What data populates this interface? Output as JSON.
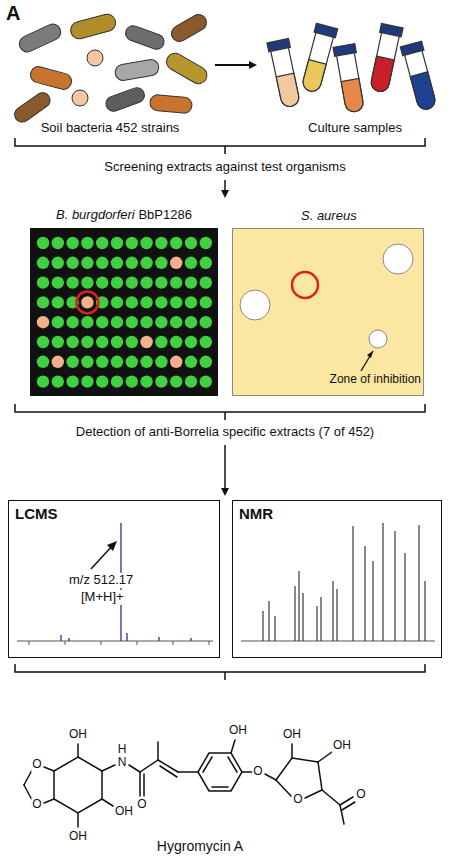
{
  "diagram": {
    "nodes": [
      {
        "text": [
          "B. burgdorferi BbP1286"
        ]
      },
      {
        "text": [
          "S. aureus",
          "Zone of inhibition"
        ]
      },
      {
        "text": [
          "LCMS",
          "m/z 512.17",
          "[M+H]+"
        ]
      },
      {
        "text": [
          "NMR"
        ]
      }
    ],
    "labels": [
      "A",
      "Soil bacteria 452 strains",
      "Culture samples",
      "Screening extracts against test organisms",
      "Detection of anti-Borrelia specific extracts (7 of 452)",
      "OH",
      "O",
      "O",
      "OH",
      "OH",
      "N",
      "H",
      "O",
      "OH",
      "O",
      "OH",
      "OH",
      "O",
      "O",
      "Hygromycin A"
    ]
  }
}
